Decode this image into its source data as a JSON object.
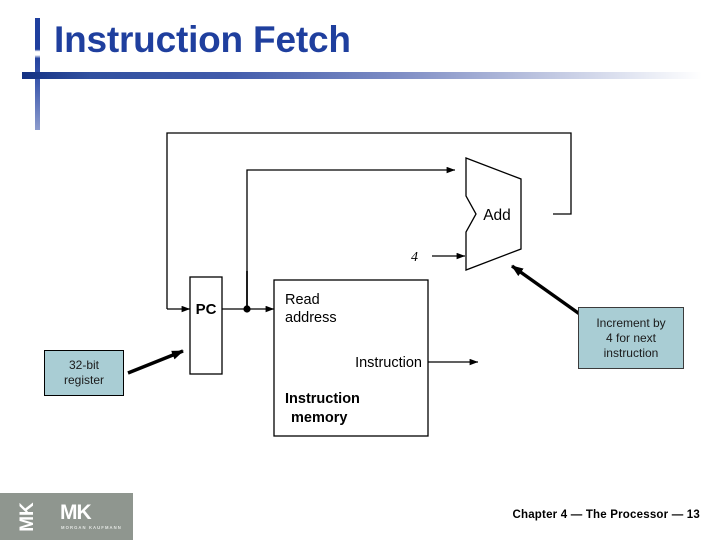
{
  "slide": {
    "title": "Instruction Fetch",
    "title_color": "#1f3f9e",
    "background": "#ffffff"
  },
  "diagram": {
    "name": "instruction-fetch-datapath",
    "blocks": {
      "pc": "PC",
      "alu": "Add",
      "memory_read_address": "Read\naddress",
      "memory_read_address_line1": "Read",
      "memory_read_address_line2": "address",
      "memory_instruction_out": "Instruction",
      "memory_title_line1": "Instruction",
      "memory_title_line2": "memory"
    },
    "constants": {
      "four": "4"
    }
  },
  "callouts": [
    {
      "name": "32-bit-register",
      "lines": [
        "32-bit",
        "register"
      ],
      "fill": "#a9cdd4",
      "border": "#000000"
    },
    {
      "name": "increment-by-4",
      "lines": [
        "Increment by",
        "4 for next",
        "instruction"
      ],
      "fill": "#a9cdd4",
      "border": "#3b3b3b"
    }
  ],
  "footer": {
    "logo_rotated": "MK",
    "logo_main": "MK",
    "logo_sub": "MORGAN KAUFMANN",
    "logo_bg": "#8f968f",
    "caption": "Chapter 4 — The Processor — 13"
  }
}
